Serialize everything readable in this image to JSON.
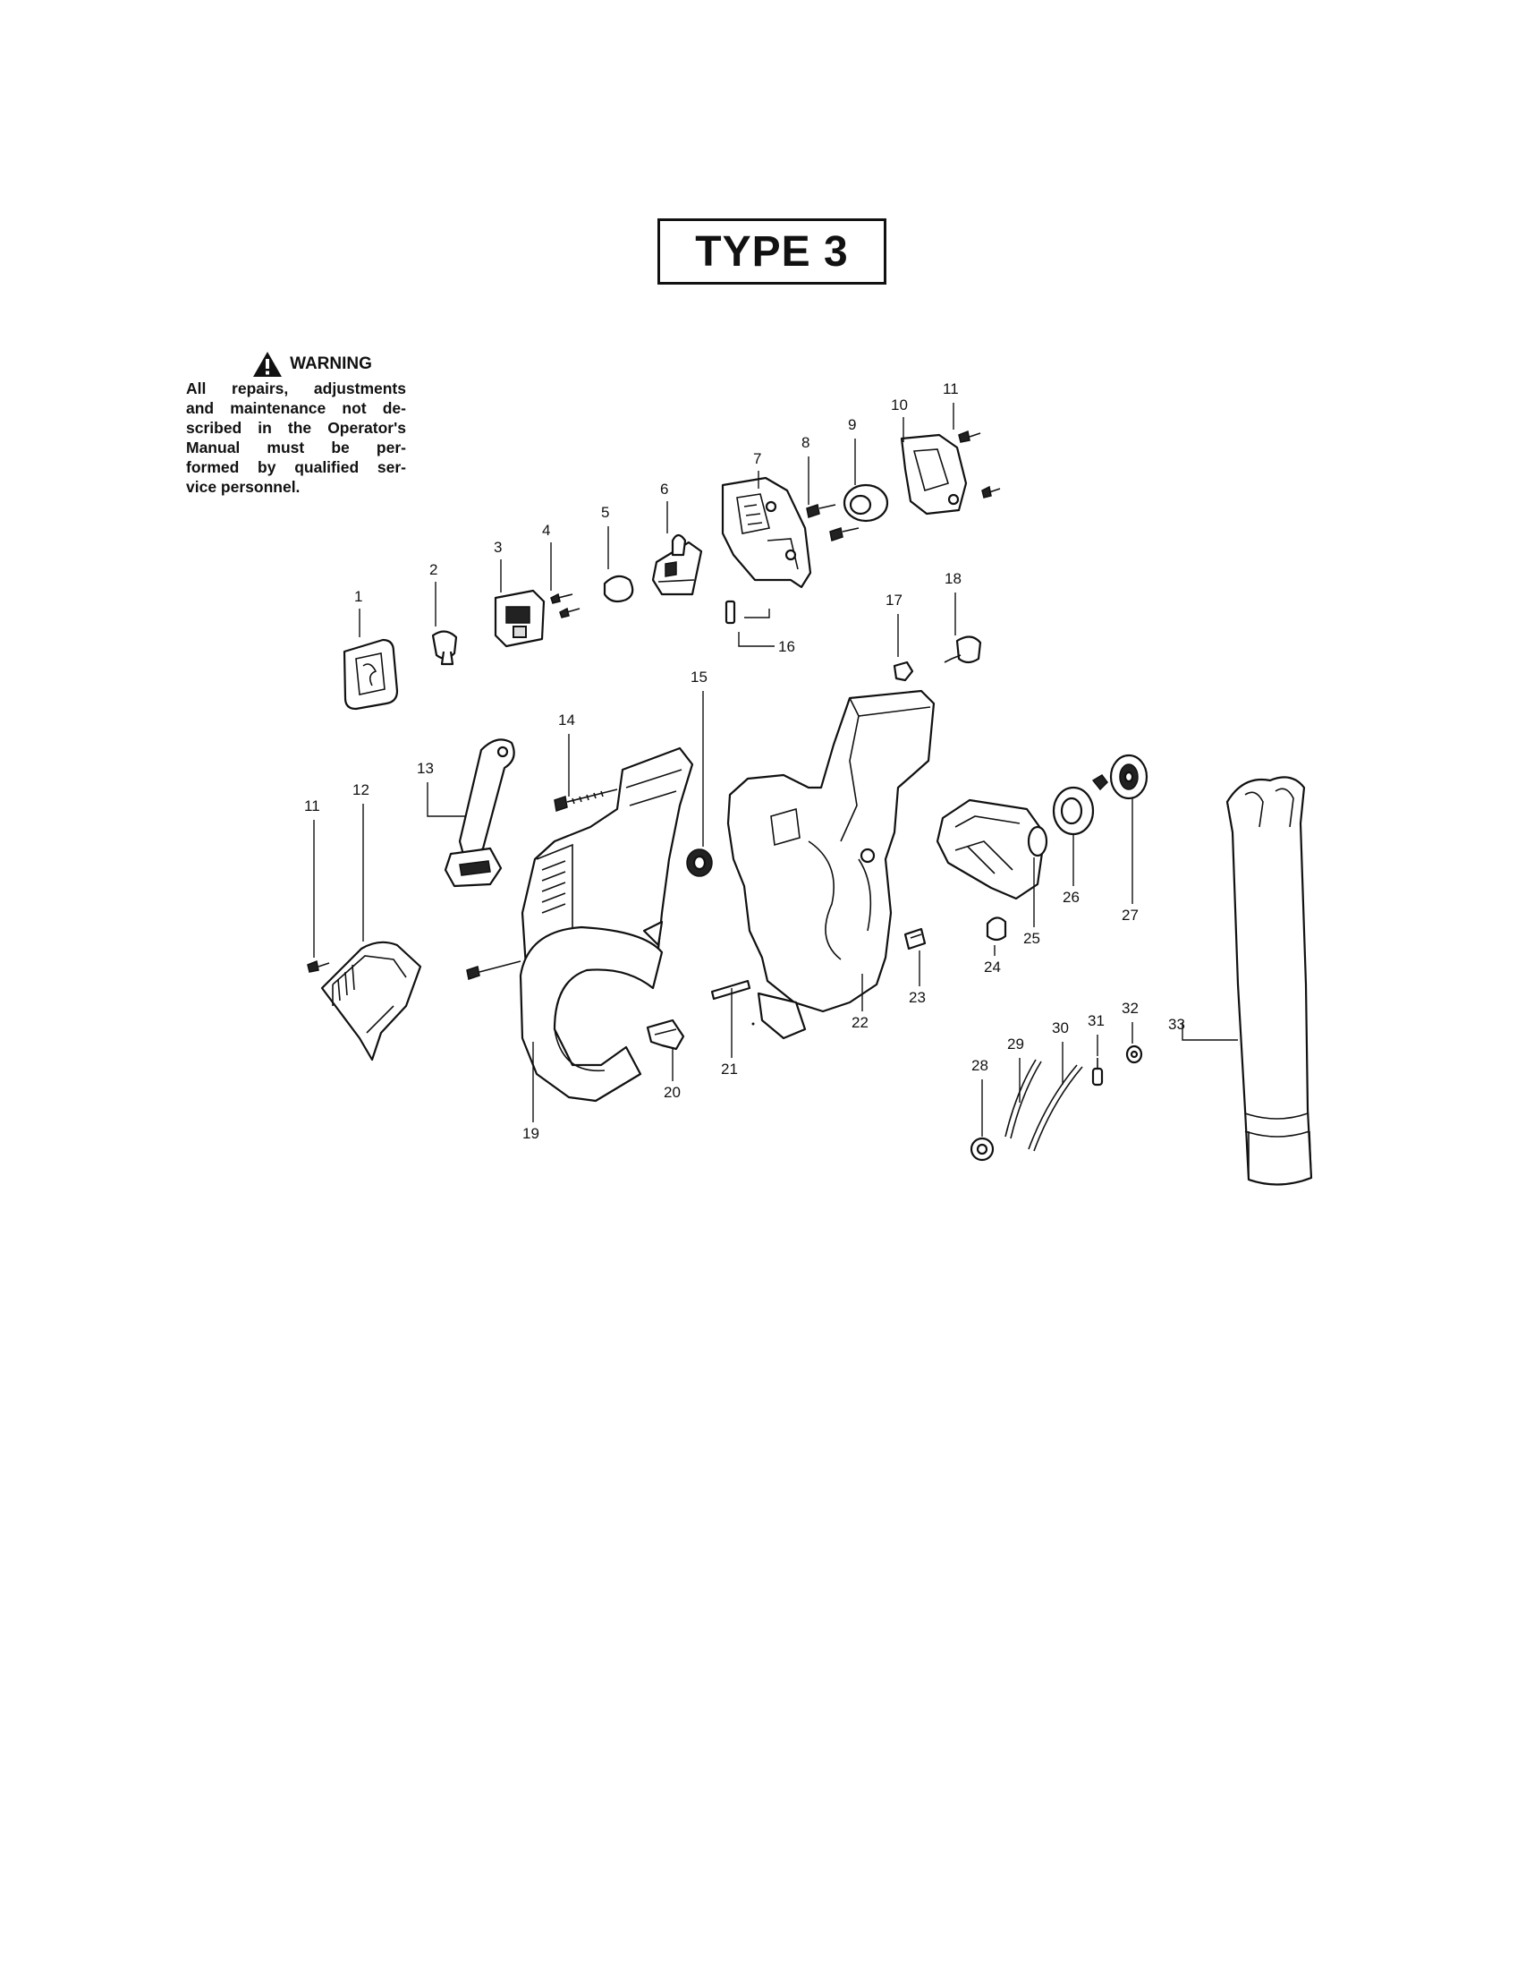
{
  "title": "TYPE 3",
  "warning": {
    "heading": "WARNING",
    "lines": [
      "All repairs, adjustments",
      "and maintenance not de-",
      "scribed in the Operator's",
      "Manual must be per-",
      "formed by qualified ser-",
      "vice personnel."
    ]
  },
  "callouts": {
    "p1": "1",
    "p2": "2",
    "p3": "3",
    "p4": "4",
    "p5": "5",
    "p6": "6",
    "p7": "7",
    "p8": "8",
    "p9": "9",
    "p10": "10",
    "p11a": "11",
    "p11b": "11",
    "p12": "12",
    "p13": "13",
    "p14": "14",
    "p15": "15",
    "p16": "16",
    "p17": "17",
    "p18": "18",
    "p19": "19",
    "p20": "20",
    "p21": "21",
    "p22": "22",
    "p23": "23",
    "p24": "24",
    "p25": "25",
    "p26": "26",
    "p27": "27",
    "p28": "28",
    "p29": "29",
    "p30": "30",
    "p31": "31",
    "p32": "32",
    "p33": "33"
  }
}
